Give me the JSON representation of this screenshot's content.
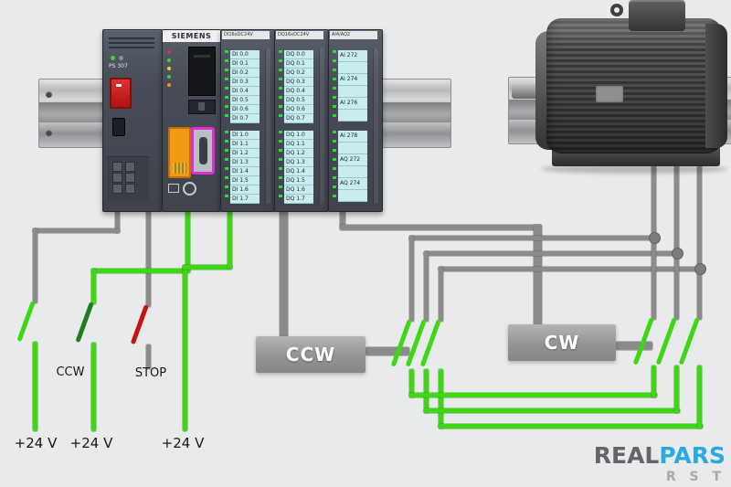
{
  "plc": {
    "brand": "SIEMENS",
    "ps_label": "PS 307",
    "modules": {
      "di": {
        "header": "DI16xDC24V",
        "group1": [
          "DI 0.0",
          "DI 0.1",
          "DI 0.2",
          "DI 0.3",
          "DI 0.4",
          "DI 0.5",
          "DI 0.6",
          "DI 0.7"
        ],
        "group2": [
          "DI 1.0",
          "DI 1.1",
          "DI 1.2",
          "DI 1.3",
          "DI 1.4",
          "DI 1.5",
          "DI 1.6",
          "DI 1.7"
        ]
      },
      "dq": {
        "header": "DQ16xDC24V",
        "group1": [
          "DQ 0.0",
          "DQ 0.1",
          "DQ 0.2",
          "DQ 0.3",
          "DQ 0.4",
          "DQ 0.5",
          "DQ 0.6",
          "DQ 0.7"
        ],
        "group2": [
          "DQ 1.0",
          "DQ 1.1",
          "DQ 1.2",
          "DQ 1.3",
          "DQ 1.4",
          "DQ 1.5",
          "DQ 1.6",
          "DQ 1.7"
        ]
      },
      "aio": {
        "header": "AI4/AQ2",
        "group1": [
          "AI 272",
          "",
          "AI 274",
          "",
          "AI 276",
          ""
        ],
        "group2": [
          "AI 278",
          "",
          "AQ 272",
          "",
          "AQ 274",
          ""
        ]
      }
    }
  },
  "controls": {
    "ccw_switch": "CCW",
    "stop_switch": "STOP"
  },
  "supply": {
    "v1": "+24 V",
    "v2": "+24 V",
    "v3": "+24 V"
  },
  "contactors": {
    "ccw": "CCW",
    "cw": "CW"
  },
  "logo": {
    "real": "REAL",
    "pars": "PARS",
    "phases": "R S T"
  },
  "colors": {
    "wire_gray": "#8b8b8b",
    "wire_green": "#3fd616",
    "stop_red": "#c41414",
    "ccw_green_dark": "#1f7d1f",
    "mpi_highlight": "#e02cd4",
    "mmc_orange": "#ef9b16"
  }
}
